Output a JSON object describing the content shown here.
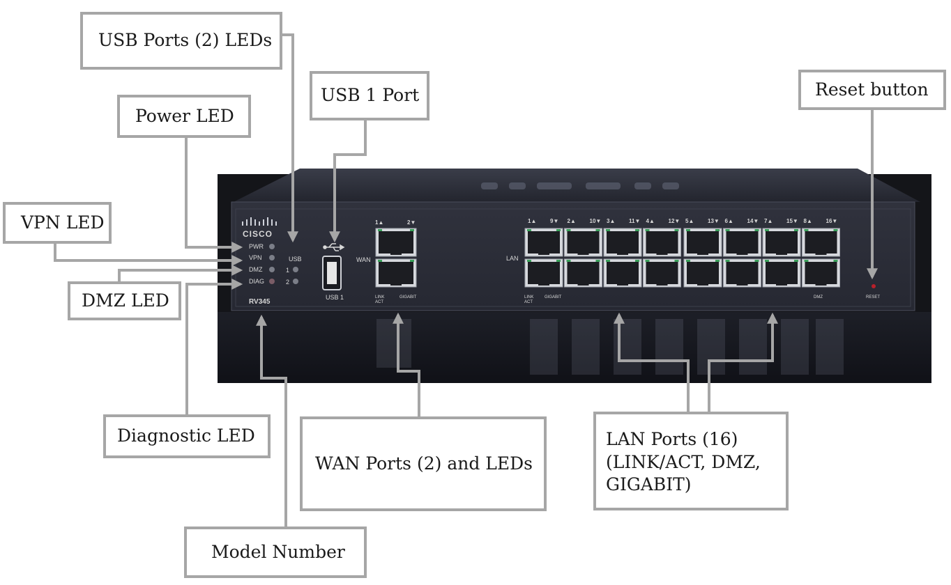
{
  "callouts": {
    "usb_leds": "USB Ports (2) LEDs",
    "power_led": "Power LED",
    "usb1_port": "USB 1 Port",
    "reset_button": "Reset button",
    "vpn_led": "VPN LED",
    "dmz_led": "DMZ LED",
    "diagnostic_led": "Diagnostic LED",
    "wan_ports": "WAN Ports (2) and LEDs",
    "lan_ports": "LAN Ports (16)\n(LINK/ACT, DMZ,\nGIGABIT)",
    "model_number": "Model Number"
  },
  "panel": {
    "brand": "CISCO",
    "model": "RV345",
    "leds": [
      "PWR",
      "VPN",
      "DMZ",
      "DIAG"
    ],
    "usb_label": "USB",
    "usb_led_numbers": [
      "1",
      "2"
    ],
    "usb_port_label": "USB 1",
    "wan_label": "WAN",
    "wan_top_numbers": [
      "1▲",
      "2▼"
    ],
    "wan_link_act": [
      "LINK",
      "ACT"
    ],
    "wan_gigabit": "GIGABIT",
    "lan_label": "LAN",
    "lan_top_numbers": [
      "1▲",
      "9▼",
      "2▲",
      "10▼",
      "3▲",
      "11▼",
      "4▲",
      "12▼",
      "5▲",
      "13▼",
      "6▲",
      "14▼",
      "7▲",
      "15▼",
      "8▲",
      "16▼"
    ],
    "lan_link_act": [
      "LINK",
      "ACT"
    ],
    "lan_gigabit": "GIGABIT",
    "lan_dmz": "DMZ",
    "reset_label": "RESET"
  },
  "colors": {
    "leader_line": "#a6a6a6",
    "chassis": "#2b2d37",
    "panel_text": "#d8d8d8"
  }
}
